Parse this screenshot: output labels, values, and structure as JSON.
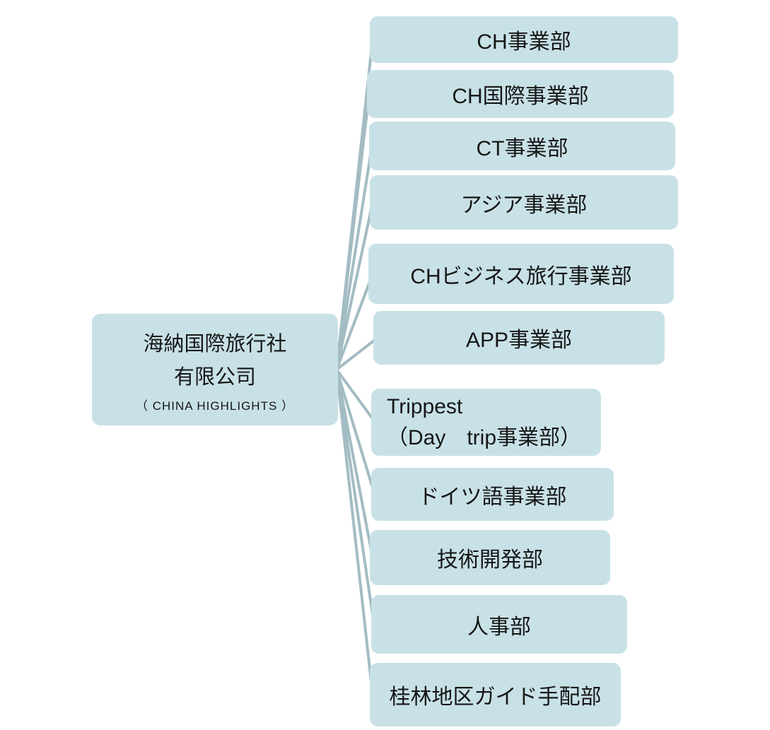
{
  "company": {
    "name_line1": "海納国際旅行社",
    "name_line2": "有限公司",
    "name_english": "（ CHINA HIGHLIGHTS  ）"
  },
  "departments": [
    {
      "id": "ch",
      "lines": [
        "CH事業部"
      ]
    },
    {
      "id": "ch-international",
      "lines": [
        "CH国際事業部"
      ]
    },
    {
      "id": "ct",
      "lines": [
        "CT事業部"
      ]
    },
    {
      "id": "asia",
      "lines": [
        "アジア事業部"
      ]
    },
    {
      "id": "ch-business-travel",
      "lines": [
        "CHビジネス旅行事業部"
      ]
    },
    {
      "id": "app",
      "lines": [
        "APP事業部"
      ]
    },
    {
      "id": "trippest",
      "lines": [
        "Trippest",
        "（Day　trip事業部）"
      ]
    },
    {
      "id": "german",
      "lines": [
        "ドイツ語事業部"
      ]
    },
    {
      "id": "tech-dev",
      "lines": [
        "技術開発部"
      ]
    },
    {
      "id": "hr",
      "lines": [
        "人事部"
      ]
    },
    {
      "id": "guilin-guide",
      "lines": [
        "桂林地区ガイド手配部"
      ]
    }
  ],
  "colors": {
    "box_fill": "#c8e1e7",
    "connector": "#a3bcc3",
    "text": "#161616",
    "background": "#ffffff"
  }
}
